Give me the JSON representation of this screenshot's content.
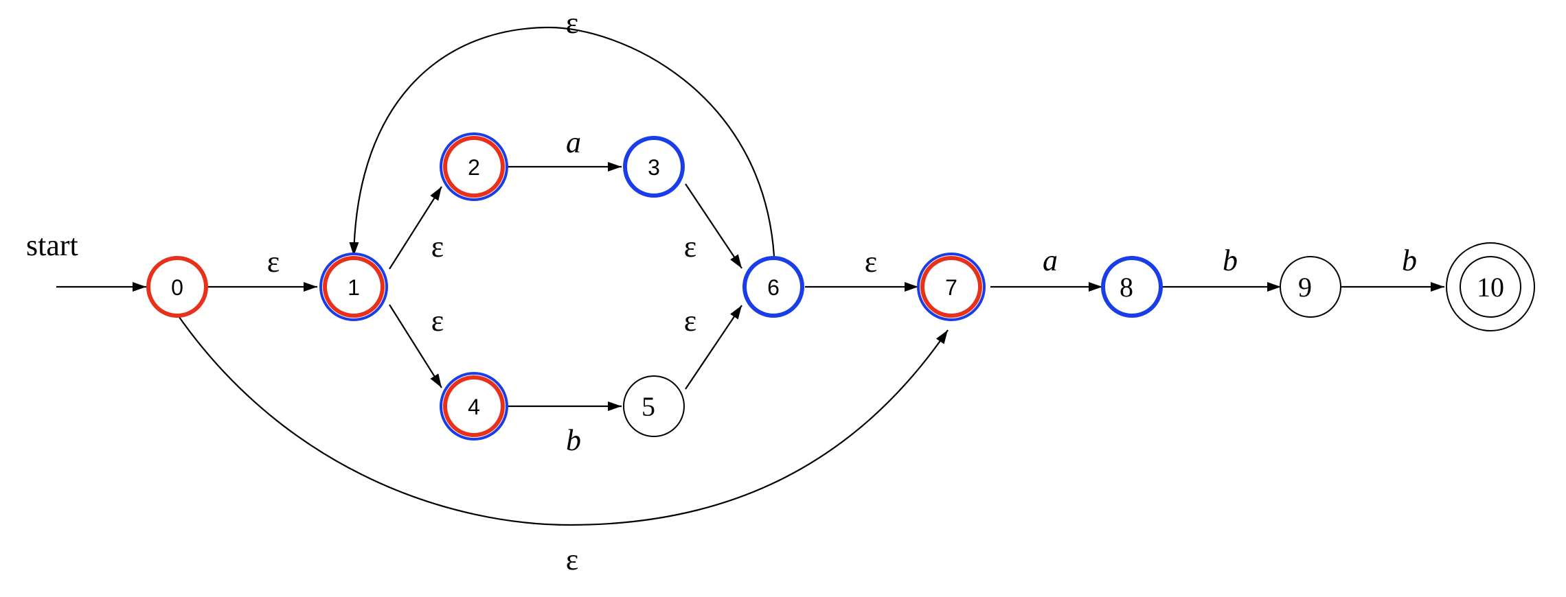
{
  "diagram": {
    "start_label": "start",
    "colors": {
      "red": "#e8311a",
      "blue": "#1a3de8",
      "black": "#000000"
    },
    "states": [
      {
        "id": "0",
        "label": "0",
        "highlight": [
          "red"
        ],
        "accepting": false,
        "font": "sans"
      },
      {
        "id": "1",
        "label": "1",
        "highlight": [
          "blue",
          "red"
        ],
        "accepting": false,
        "font": "sans"
      },
      {
        "id": "2",
        "label": "2",
        "highlight": [
          "blue",
          "red"
        ],
        "accepting": false,
        "font": "sans"
      },
      {
        "id": "3",
        "label": "3",
        "highlight": [
          "blue"
        ],
        "accepting": false,
        "font": "sans"
      },
      {
        "id": "4",
        "label": "4",
        "highlight": [
          "blue",
          "red"
        ],
        "accepting": false,
        "font": "sans"
      },
      {
        "id": "5",
        "label": "5",
        "highlight": [],
        "accepting": false,
        "font": "serif"
      },
      {
        "id": "6",
        "label": "6",
        "highlight": [
          "blue"
        ],
        "accepting": false,
        "font": "sans"
      },
      {
        "id": "7",
        "label": "7",
        "highlight": [
          "blue",
          "red"
        ],
        "accepting": false,
        "font": "sans"
      },
      {
        "id": "8",
        "label": "8",
        "highlight": [
          "blue"
        ],
        "accepting": false,
        "font": "serif"
      },
      {
        "id": "9",
        "label": "9",
        "highlight": [],
        "accepting": false,
        "font": "serif"
      },
      {
        "id": "10",
        "label": "10",
        "highlight": [],
        "accepting": true,
        "font": "serif"
      }
    ],
    "transitions": [
      {
        "from": "start",
        "to": "0",
        "label": "start"
      },
      {
        "from": "0",
        "to": "1",
        "label": "ε"
      },
      {
        "from": "1",
        "to": "2",
        "label": "ε"
      },
      {
        "from": "1",
        "to": "4",
        "label": "ε"
      },
      {
        "from": "2",
        "to": "3",
        "label": "a"
      },
      {
        "from": "4",
        "to": "5",
        "label": "b"
      },
      {
        "from": "3",
        "to": "6",
        "label": "ε"
      },
      {
        "from": "5",
        "to": "6",
        "label": "ε"
      },
      {
        "from": "6",
        "to": "1",
        "label": "ε"
      },
      {
        "from": "6",
        "to": "7",
        "label": "ε"
      },
      {
        "from": "0",
        "to": "7",
        "label": "ε"
      },
      {
        "from": "7",
        "to": "8",
        "label": "a"
      },
      {
        "from": "8",
        "to": "9",
        "label": "b"
      },
      {
        "from": "9",
        "to": "10",
        "label": "b"
      }
    ]
  }
}
